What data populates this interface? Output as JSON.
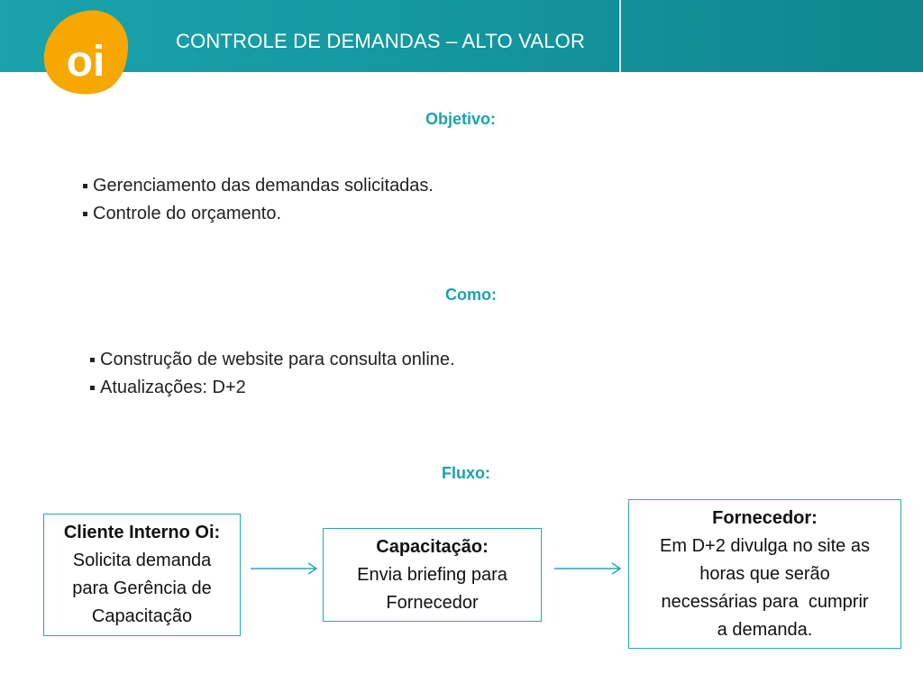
{
  "header": {
    "title": "CONTROLE DE DEMANDAS – ALTO VALOR",
    "logo_text": "oi",
    "brand_logo_color": "#f6a800",
    "bar_color": "#1aa3ab"
  },
  "sections": {
    "objetivo": {
      "heading": "Objetivo:",
      "items": [
        "Gerenciamento das demandas solicitadas.",
        "Controle do orçamento."
      ]
    },
    "como": {
      "heading": "Como:",
      "items": [
        "Construção de website para consulta online.",
        "Atualizações: D+2"
      ]
    },
    "fluxo": {
      "heading": "Fluxo:"
    }
  },
  "flow": {
    "boxes": [
      {
        "title": "Cliente Interno Oi:",
        "lines": [
          "Solicita demanda",
          "para Gerência de",
          "Capacitação"
        ]
      },
      {
        "title": "Capacitação:",
        "lines": [
          "Envia briefing para",
          "Fornecedor"
        ]
      },
      {
        "title": "Fornecedor:",
        "lines": [
          "Em D+2 divulga no site as",
          "horas que serão",
          "necessárias para  cumprir",
          "a demanda."
        ]
      }
    ],
    "arrow_icon": "arrow-right-icon",
    "accent_color": "#2aa7ae"
  }
}
